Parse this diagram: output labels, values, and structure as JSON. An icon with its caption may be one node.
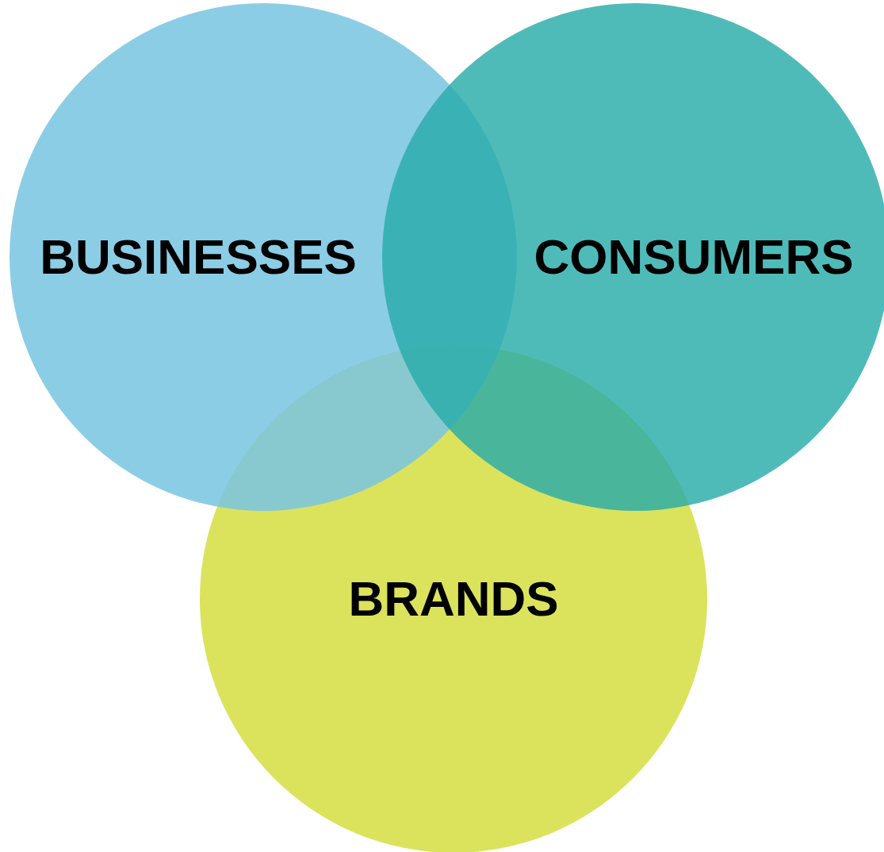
{
  "diagram": {
    "nodes": [
      {
        "text": [
          "BUSINESSES"
        ]
      },
      {
        "text": [
          "CONSUMERS"
        ]
      },
      {
        "text": [
          "BRANDS"
        ]
      }
    ]
  }
}
